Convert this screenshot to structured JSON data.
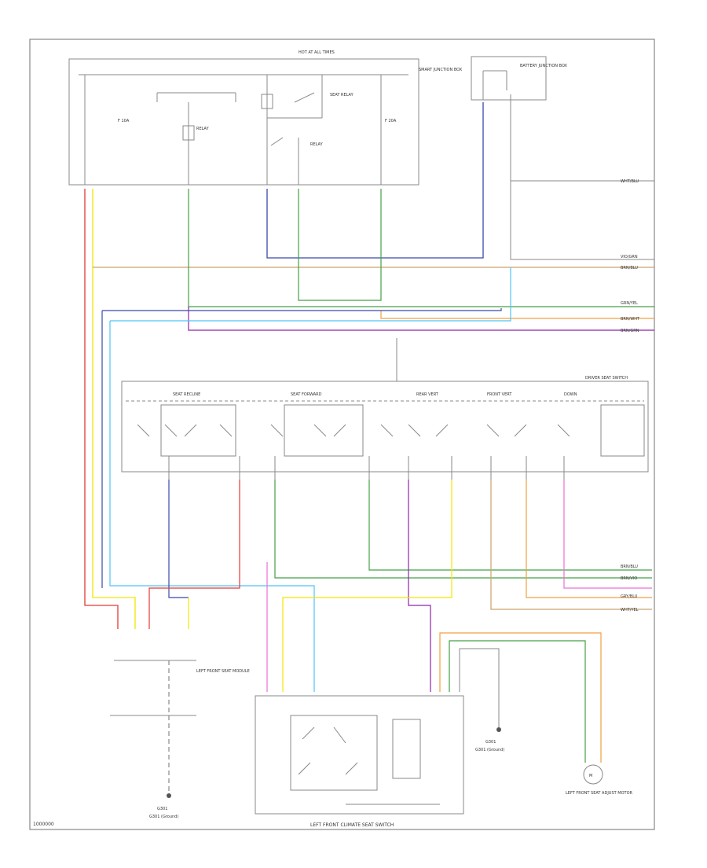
{
  "diagram": {
    "page_code": "1000000",
    "bottom_caption": "LEFT FRONT CLIMATE SEAT SWITCH",
    "ground_label_left": "G301 (Ground)",
    "ground_label_center": "G301 (Ground)",
    "motor_label": "LEFT FRONT SEAT ADJUST MOTOR",
    "colors": {
      "red": "#e53935",
      "yellow": "#f2e600",
      "green": "#43a047",
      "blue": "#3949ab",
      "violet": "#8e24aa",
      "pink": "#ec6fd6",
      "orange": "#f0a040",
      "tan": "#c9a46b",
      "gray": "#888888",
      "frame": "#555555"
    },
    "harness_labels": [
      "WHT/BLU",
      "VIO/GRN",
      "BRN/BLU",
      "GRN/YEL",
      "BRN/WHT",
      "BRN/GRN",
      "BRN/BLU",
      "BRN/VIO",
      "GRY/BLU",
      "WHT/YEL"
    ]
  }
}
